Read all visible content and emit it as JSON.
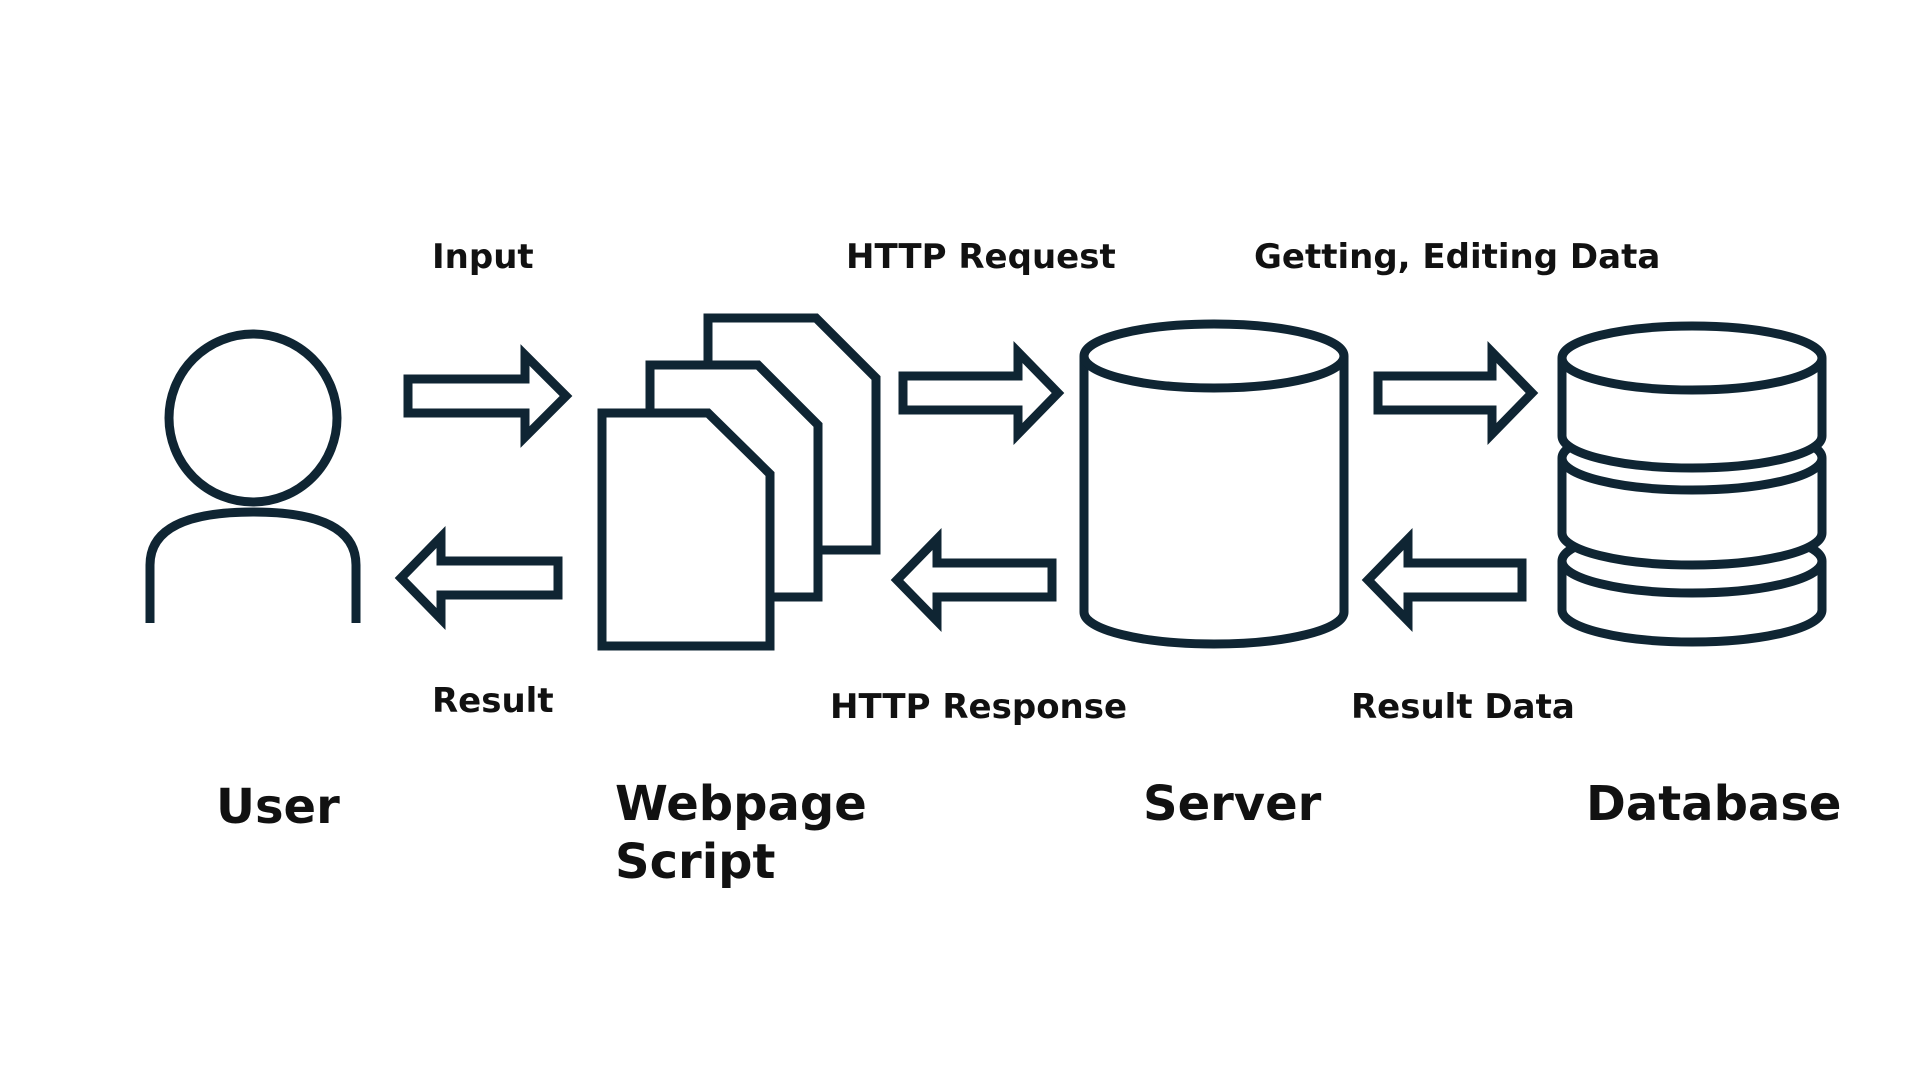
{
  "diagram": {
    "nodes": {
      "user": {
        "label": "User",
        "icon": "person-icon"
      },
      "webpage": {
        "label_line1": "Webpage",
        "label_line2": "Script",
        "icon": "documents-icon"
      },
      "server": {
        "label": "Server",
        "icon": "cylinder-icon"
      },
      "database": {
        "label": "Database",
        "icon": "database-icon"
      }
    },
    "flows": {
      "input": "Input",
      "result": "Result",
      "http_request": "HTTP Request",
      "http_response": "HTTP Response",
      "getting_editing_data": "Getting, Editing Data",
      "result_data": "Result Data"
    },
    "colors": {
      "stroke": "#0f2533",
      "background": "#ffffff",
      "text": "#111111"
    }
  }
}
